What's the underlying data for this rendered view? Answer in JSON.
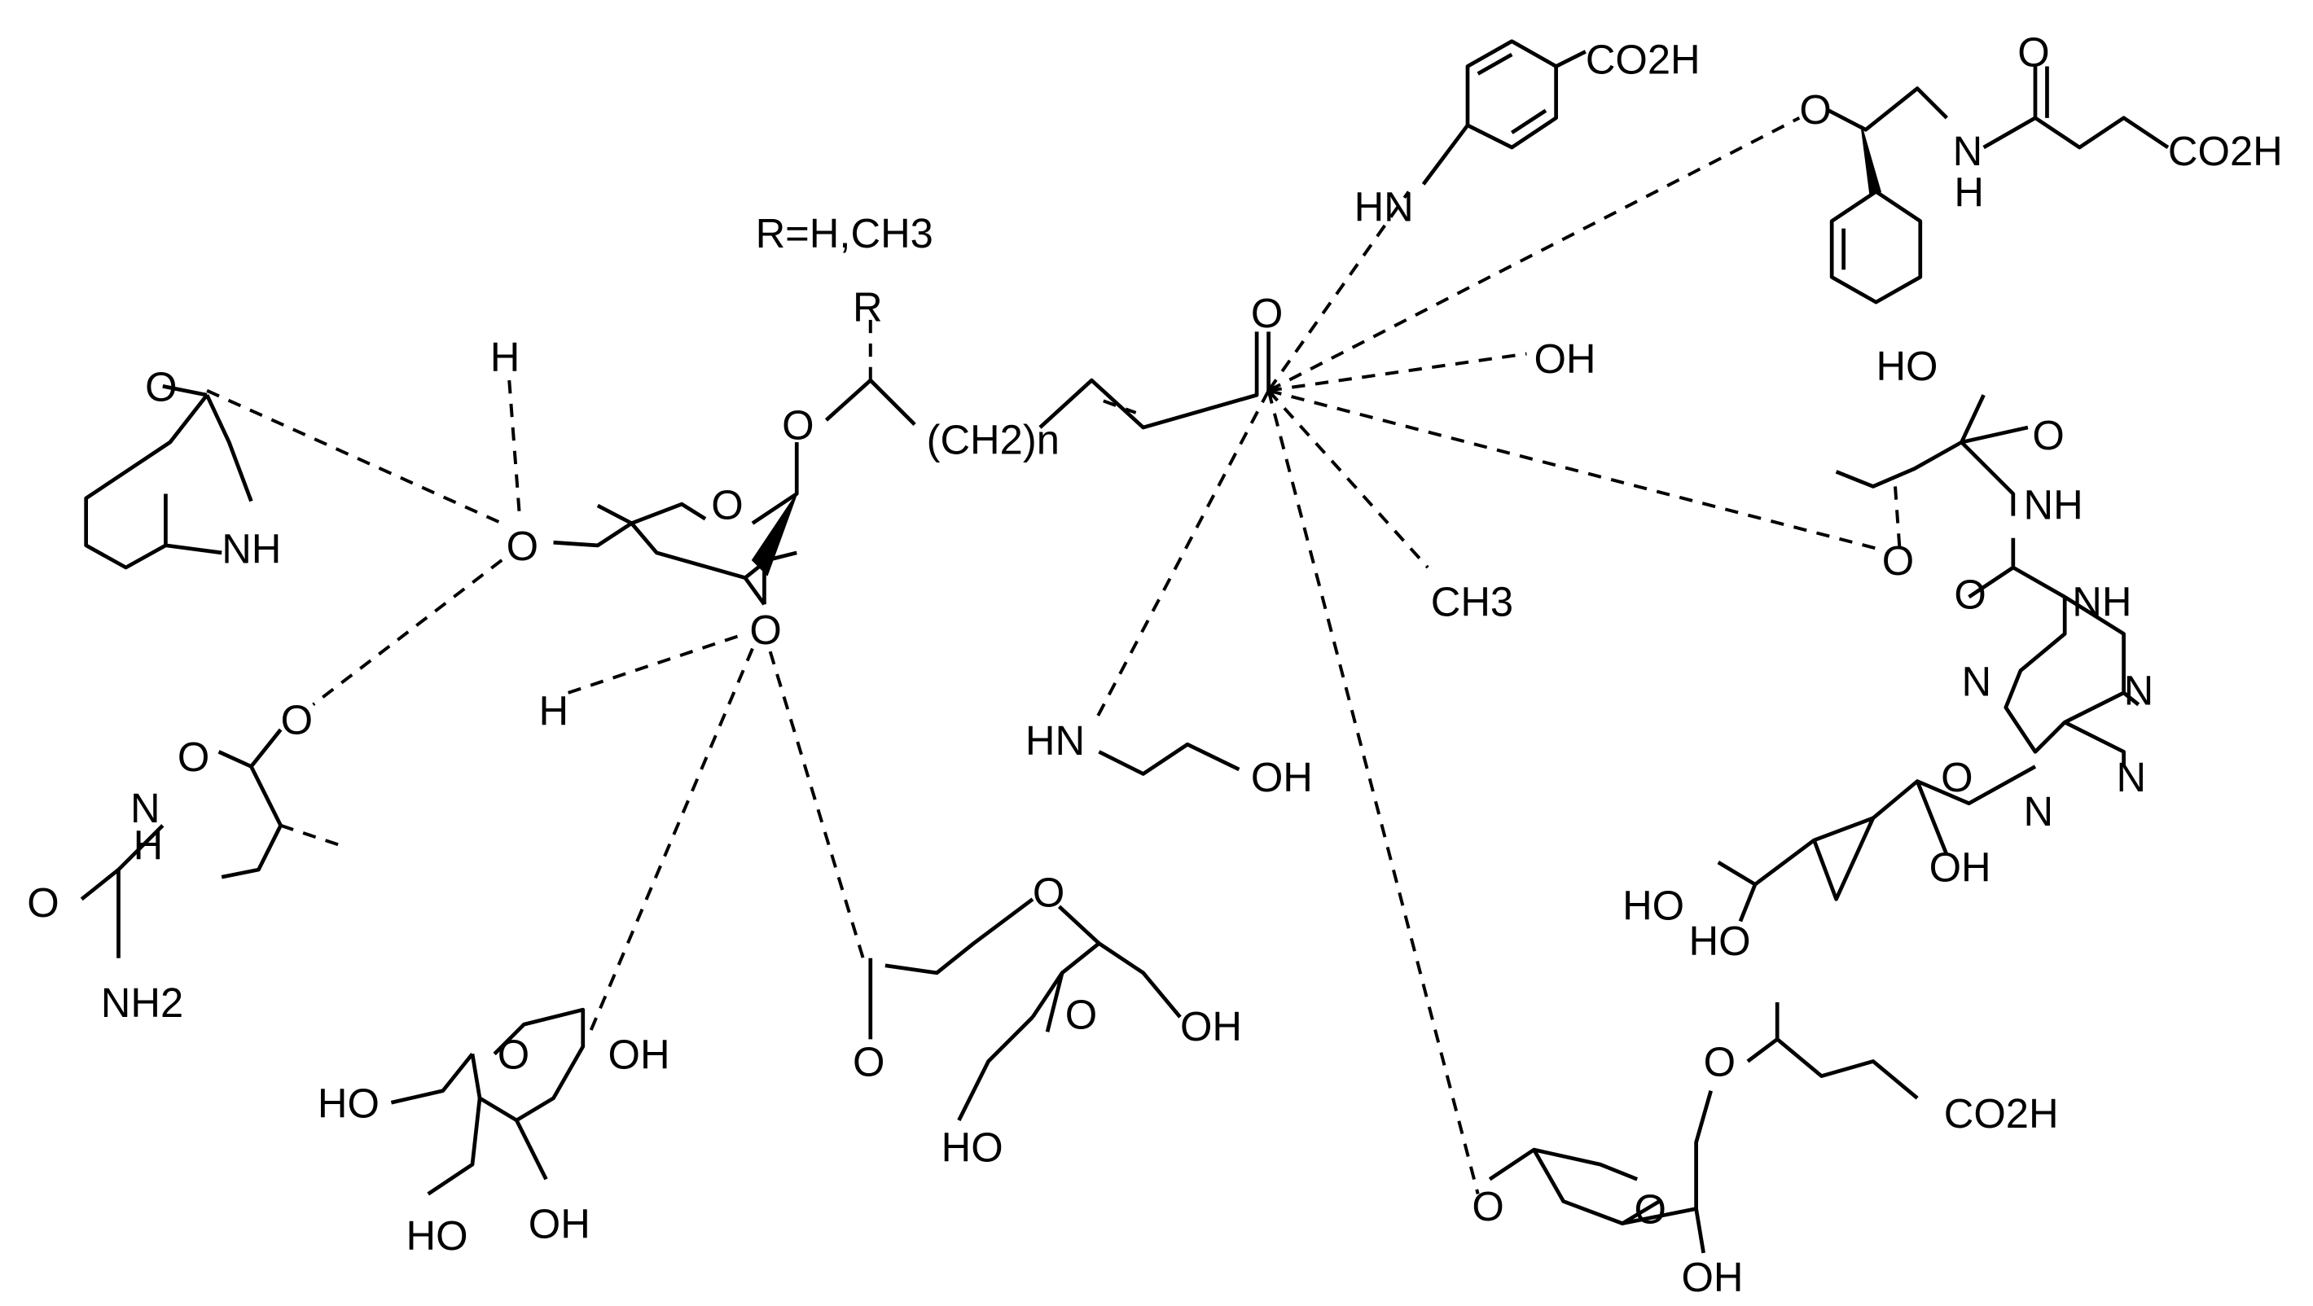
{
  "diagram": {
    "title": "R=H,CH3",
    "labels": [
      "R",
      "O",
      "(CH2)n",
      "O",
      "OH",
      "CH3",
      "HN",
      "OH",
      "HN",
      "CO2H",
      "O",
      "H",
      "N",
      "O",
      "CO2H",
      "HO",
      "O",
      "NH",
      "O",
      "O",
      "NH",
      "N",
      "N",
      "N",
      "N",
      "O",
      "OH",
      "HO",
      "HO",
      "O",
      "NH",
      "H",
      "O",
      "O",
      "O",
      "H",
      "O",
      "O",
      "H",
      "N",
      "O",
      "NH2",
      "O",
      "OH",
      "HO",
      "HO",
      "OH",
      "O",
      "O",
      "O",
      "OH",
      "HO",
      "O",
      "O",
      "O",
      "OH",
      "CO2H"
    ],
    "colors": {
      "ink": "#000000",
      "background": "#ffffff"
    }
  }
}
